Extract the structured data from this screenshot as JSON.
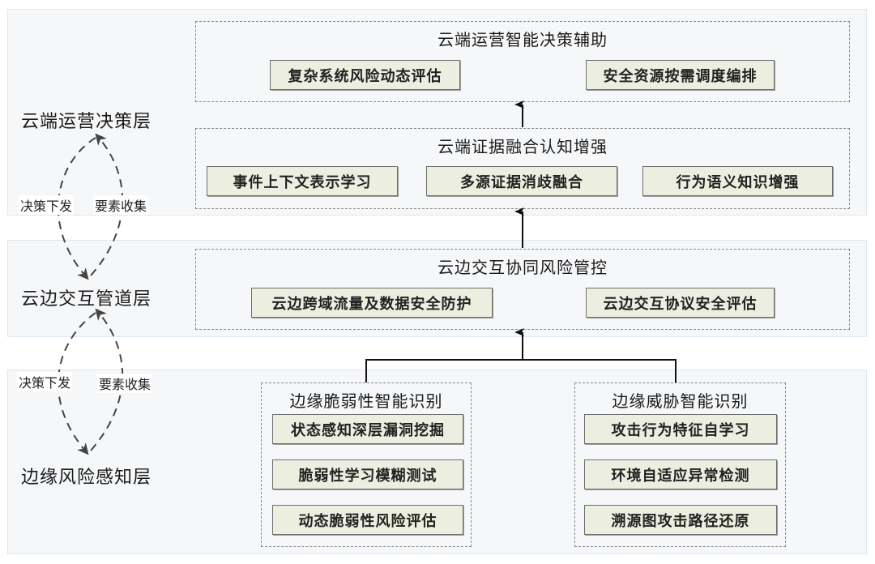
{
  "layers": {
    "cloud": {
      "label": "云端运营决策层",
      "decision_box": {
        "title": "云端运营智能决策辅助",
        "items": [
          "复杂系统风险动态评估",
          "安全资源按需调度编排"
        ]
      },
      "evidence_box": {
        "title": "云端证据融合认知增强",
        "items": [
          "事件上下文表示学习",
          "多源证据消歧融合",
          "行为语义知识增强"
        ]
      }
    },
    "pipeline": {
      "label": "云边交互管道层",
      "box": {
        "title": "云边交互协同风险管控",
        "items": [
          "云边跨域流量及数据安全防护",
          "云边交互协议安全评估"
        ]
      }
    },
    "edge": {
      "label": "边缘风险感知层",
      "vuln_box": {
        "title": "边缘脆弱性智能识别",
        "items": [
          "状态感知深层漏洞挖掘",
          "脆弱性学习模糊测试",
          "动态脆弱性风险评估"
        ]
      },
      "threat_box": {
        "title": "边缘威胁智能识别",
        "items": [
          "攻击行为特征自学习",
          "环境自适应异常检测",
          "溯源图攻击路径还原"
        ]
      }
    }
  },
  "flows": {
    "upper": {
      "down_label": "决策下发",
      "up_label": "要素收集"
    },
    "lower": {
      "down_label": "决策下发",
      "up_label": "要素收集"
    }
  },
  "colors": {
    "band_bg": "#f6f7f9",
    "band_border": "#dde9f2",
    "item_bg": "#ecefe0",
    "item_border": "#6e6e6e",
    "dashed_border": "#8a8a8a",
    "arrow": "#111111",
    "flow_arrow": "#444444"
  }
}
